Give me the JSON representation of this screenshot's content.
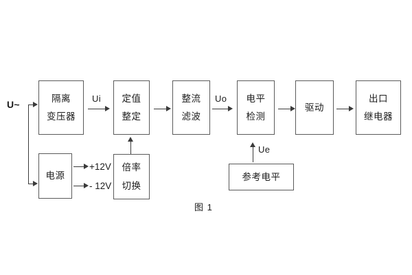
{
  "diagram": {
    "caption": "图 1",
    "input_label": "U~",
    "blocks": [
      {
        "id": "isolation-transformer",
        "lines": [
          "隔离",
          "变压器"
        ]
      },
      {
        "id": "setting-value",
        "lines": [
          "定值",
          "整定"
        ]
      },
      {
        "id": "rectify-filter",
        "lines": [
          "整流",
          "滤波"
        ]
      },
      {
        "id": "level-detection",
        "lines": [
          "电平",
          "检测"
        ]
      },
      {
        "id": "drive",
        "lines": [
          "驱动"
        ]
      },
      {
        "id": "output-relay",
        "lines": [
          "出口",
          "继电器"
        ]
      },
      {
        "id": "power-supply",
        "lines": [
          "电源"
        ]
      },
      {
        "id": "multiplier-switch",
        "lines": [
          "倍率",
          "切换"
        ]
      },
      {
        "id": "reference-level",
        "lines": [
          "参考电平"
        ]
      }
    ],
    "signals": {
      "ui": "Ui",
      "uo": "Uo",
      "ue": "Ue",
      "pos12v": "+12V",
      "neg12v": "- 12V"
    }
  }
}
